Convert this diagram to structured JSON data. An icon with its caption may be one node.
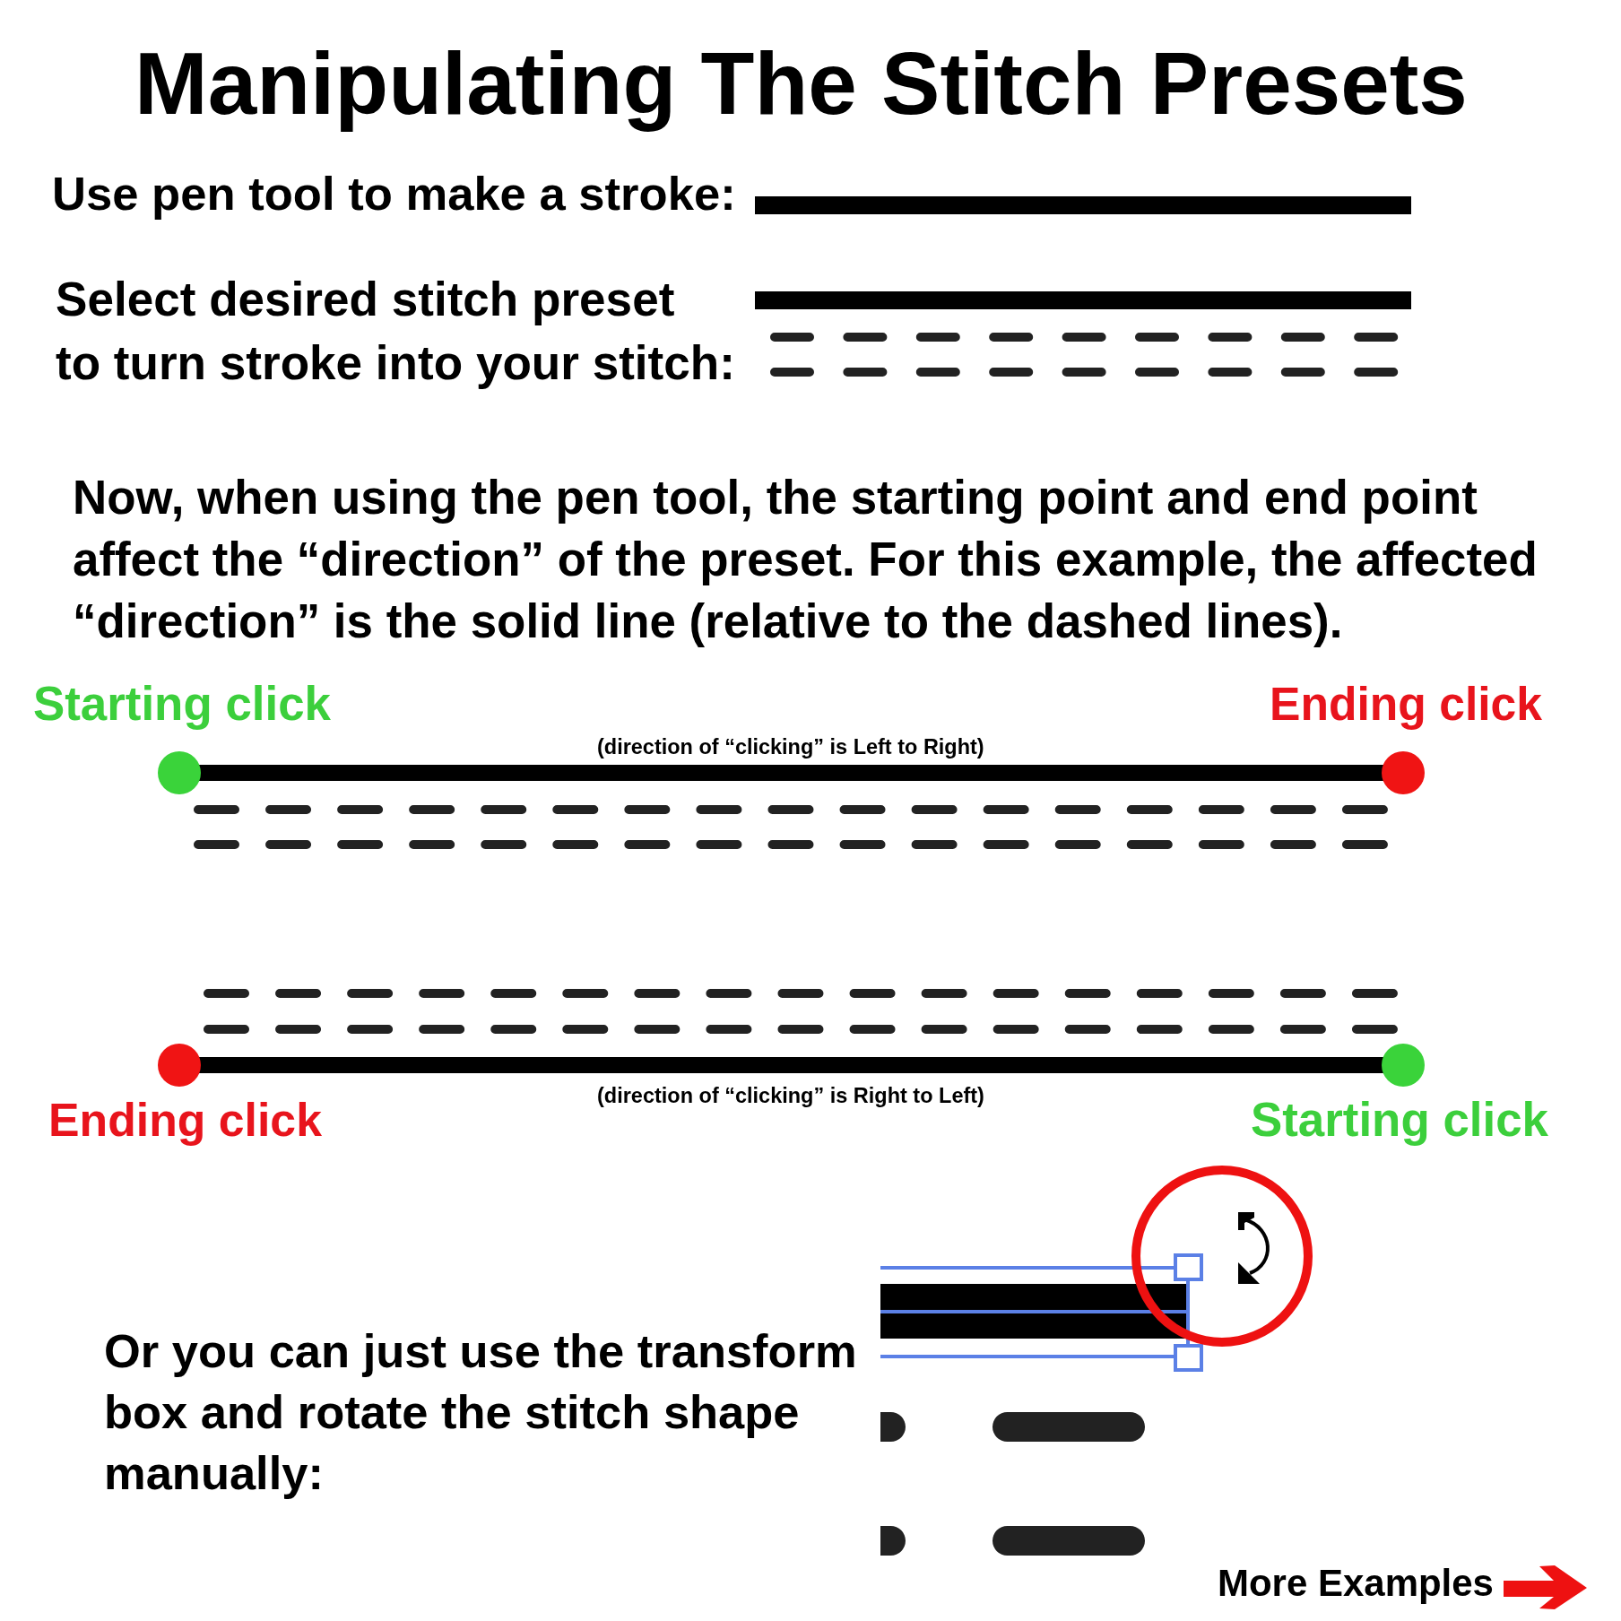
{
  "diagram": {
    "title": "Manipulating The Stitch Presets",
    "labels": [
      "Use pen tool to make a stroke:",
      "Select desired stitch preset to turn stroke into your stitch:",
      "Now, when using the pen tool, the starting point and end point affect the “direction” of the preset. For this example, the affected “direction” is the solid line (relative to the dashed lines).",
      "Starting click",
      "Ending click",
      "(direction of “clicking” is Left to Right)",
      "Ending click",
      "(direction of “clicking” is Right to Left)",
      "Starting click",
      "Or you can just use the transform box and rotate the stitch shape manually:",
      "More Examples"
    ]
  }
}
